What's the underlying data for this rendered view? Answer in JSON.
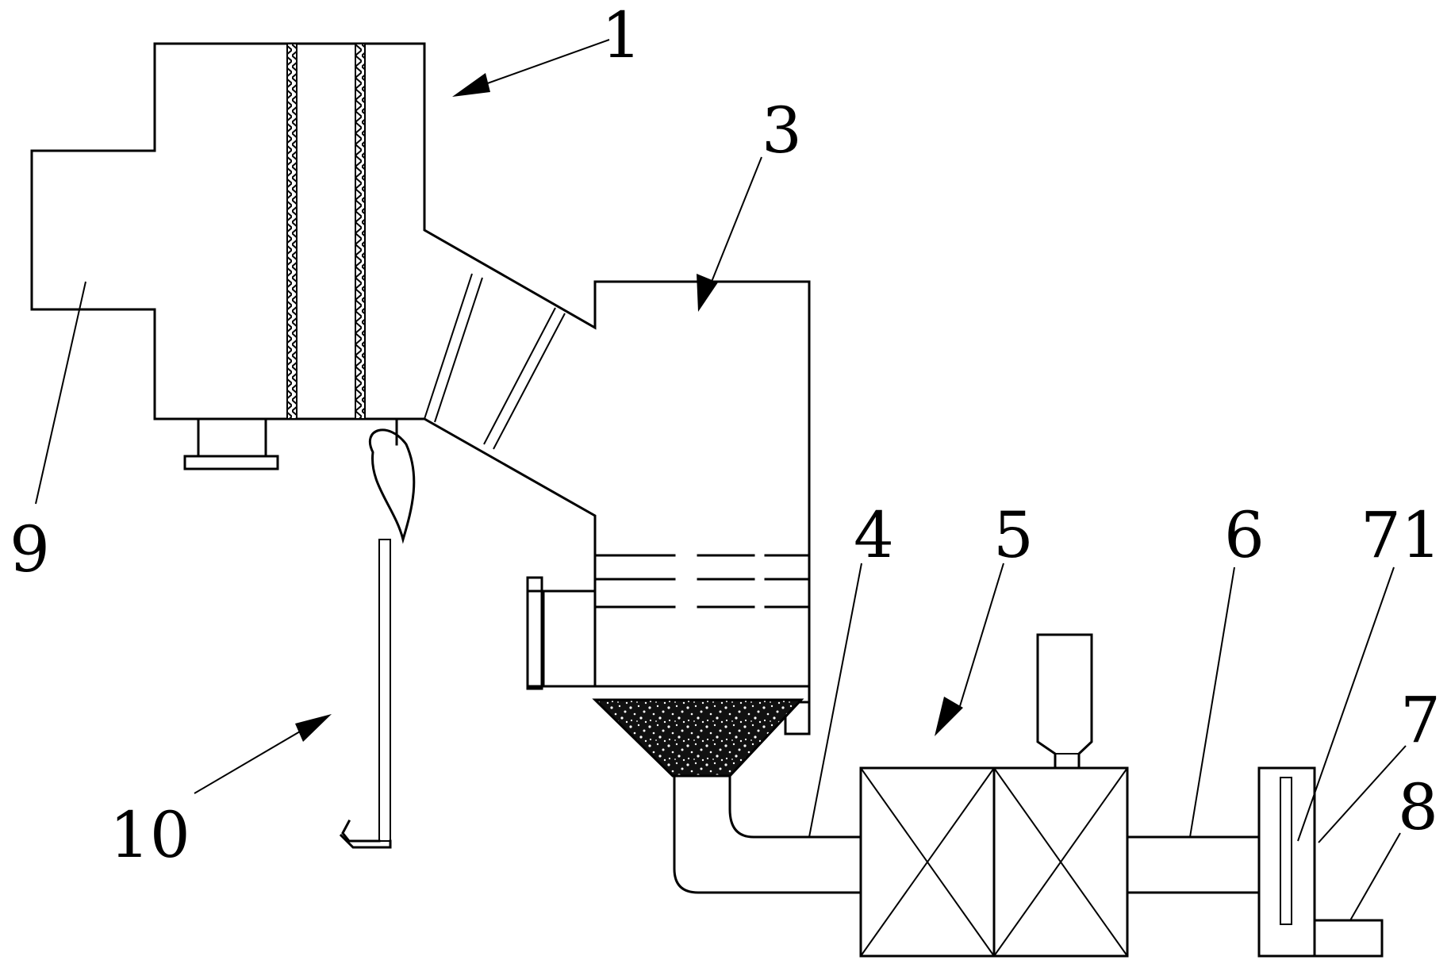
{
  "diagram": {
    "labels": {
      "l1": "1",
      "l3": "3",
      "l4": "4",
      "l5": "5",
      "l6": "6",
      "l7": "7",
      "l71": "71",
      "l8": "8",
      "l9": "9",
      "l10": "10"
    }
  }
}
